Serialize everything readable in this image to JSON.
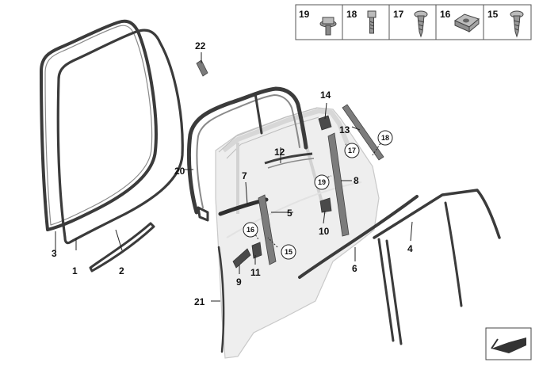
{
  "callouts": {
    "c1": "1",
    "c2": "2",
    "c3": "3",
    "c4": "4",
    "c5": "5",
    "c6": "6",
    "c7": "7",
    "c8": "8",
    "c9": "9",
    "c10": "10",
    "c11": "11",
    "c12": "12",
    "c13": "13",
    "c14": "14",
    "c15": "15",
    "c16": "16",
    "c17": "17",
    "c18": "18",
    "c19": "19",
    "c20": "20",
    "c21": "21",
    "c22": "22"
  },
  "legend": {
    "items": [
      "19",
      "18",
      "17",
      "16",
      "15"
    ],
    "icons": [
      "collar-screw-icon",
      "hex-screw-icon",
      "self-tapping-screw-icon",
      "clip-nut-icon",
      "pan-head-screw-icon"
    ]
  },
  "colors": {
    "seal": "#3b3b3b",
    "door": "#eeeeee",
    "frame": "#d7d7d7",
    "text": "#111111"
  }
}
